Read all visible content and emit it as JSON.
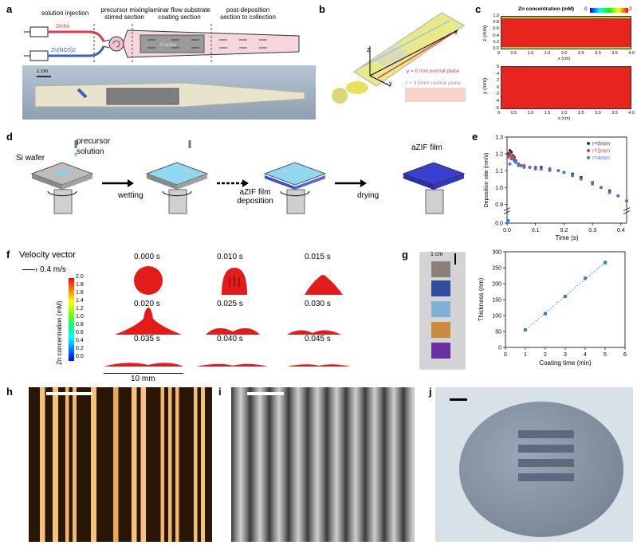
{
  "panel_labels": [
    "a",
    "b",
    "c",
    "d",
    "e",
    "f",
    "g",
    "h",
    "i",
    "j"
  ],
  "panel_a": {
    "solution_injection": "solution injection",
    "precursor_mixing": "precursor mixing",
    "stirred_section": "stirred section",
    "laminar_flow": "laminar flow substrate",
    "coating_section": "coating section",
    "post_deposition": "post-deposition",
    "section_to_collection": "section to collection",
    "inlet_top": "2mIm",
    "inlet_bottom": "Zn(NO3)2",
    "substrate_label": "Si wafer",
    "scale_bar": "1 cm",
    "colors": {
      "inlet_top": "#e0394d",
      "inlet_bottom": "#3a63b0"
    }
  },
  "panel_b": {
    "axis_x": "x",
    "axis_y": "y",
    "axis_z": "z",
    "plane_1": "y = 0 mm normal plane",
    "plane_2": "z = 0.5mm normal plane"
  },
  "panel_c": {
    "title": "Zn concentration (mM)",
    "colorbar_min": "0",
    "colorbar_max": "2",
    "top_ylabel": "z (mm)",
    "top_yticks": [
      "1.0",
      "0.8",
      "0.6",
      "0.4",
      "0.2",
      "0.0"
    ],
    "bottom_ylabel": "y (mm)",
    "bottom_yticks": [
      "6",
      "4",
      "2",
      "0",
      "-2",
      "-4",
      "-6"
    ],
    "xticks": [
      "0",
      "0.5",
      "1.0",
      "1.5",
      "2.0",
      "2.5",
      "3.0",
      "3.5",
      "4.0"
    ],
    "xlabel": "x (cm)"
  },
  "panel_d": {
    "precursor": "precursor",
    "solution": "solution",
    "si_wafer": "Si wafer",
    "wetting": "wetting",
    "deposition_1": "aZIF film",
    "deposition_2": "deposition",
    "drying": "drying",
    "film": "aZIF film"
  },
  "panel_f": {
    "velocity_vector": "Velocity vector",
    "velocity_scale": "0.4 m/s",
    "colorbar_label": "Zn concentration (mM)",
    "colorbar_ticks": [
      "2.0",
      "1.8",
      "1.6",
      "1.4",
      "1.2",
      "1.0",
      "0.8",
      "0.6",
      "0.4",
      "0.2",
      "0.0"
    ],
    "times": [
      "0.000 s",
      "0.010 s",
      "0.015 s",
      "0.020 s",
      "0.025 s",
      "0.030 s",
      "0.035 s",
      "0.040 s",
      "0.045 s"
    ],
    "scale": "10 mm"
  },
  "panel_g_photo": {
    "scale": "1 cm",
    "chip_colors": [
      "#8a8079",
      "#2f4f9e",
      "#7fb0d8",
      "#c98b3e",
      "#6a2fa0"
    ]
  },
  "panel_h": {
    "label": "h"
  },
  "panel_i": {
    "label": "i"
  },
  "panel_j": {
    "label": "j"
  },
  "chart_data": [
    {
      "type": "scatter",
      "panel": "e",
      "xlabel": "Time (s)",
      "ylabel": "Deposition rate (nm/s)",
      "xlim": [
        0,
        0.42
      ],
      "ylim": [
        0,
        1.3
      ],
      "y_axis_break": true,
      "xticks": [
        "0.0",
        "0.1",
        "0.2",
        "0.3",
        "0.4"
      ],
      "yticks": [
        "0.0",
        "0.9",
        "1.0",
        "1.1",
        "1.2",
        "1.3"
      ],
      "legend_position": "top-right",
      "series": [
        {
          "name": "r=0mm",
          "color": "#333333",
          "x": [
            0.005,
            0.01,
            0.015,
            0.02,
            0.025,
            0.03,
            0.04,
            0.05,
            0.06,
            0.08,
            0.1,
            0.12,
            0.15,
            0.18,
            0.2,
            0.23,
            0.26,
            0.3,
            0.33,
            0.36,
            0.39,
            0.42
          ],
          "y": [
            1.2,
            1.22,
            1.21,
            1.19,
            1.18,
            1.16,
            1.14,
            1.13,
            1.13,
            1.12,
            1.12,
            1.12,
            1.11,
            1.1,
            1.09,
            1.08,
            1.06,
            1.03,
            1.0,
            0.98,
            0.95,
            0.92
          ]
        },
        {
          "name": "r=2mm",
          "color": "#e0394d",
          "x": [
            0.005,
            0.01,
            0.015,
            0.02,
            0.025,
            0.03,
            0.04,
            0.05,
            0.06,
            0.08,
            0.1,
            0.12,
            0.15,
            0.18,
            0.2,
            0.23,
            0.26,
            0.3,
            0.33,
            0.36,
            0.39,
            0.42
          ],
          "y": [
            1.18,
            1.19,
            1.19,
            1.18,
            1.17,
            1.15,
            1.14,
            1.13,
            1.13,
            1.12,
            1.12,
            1.11,
            1.11,
            1.1,
            1.09,
            1.07,
            1.05,
            1.03,
            1.0,
            0.97,
            0.95,
            0.92
          ]
        },
        {
          "name": "r=4mm",
          "color": "#3a7bd5",
          "x": [
            0.0,
            0.005,
            0.01,
            0.015,
            0.02,
            0.025,
            0.03,
            0.04,
            0.05,
            0.06,
            0.08,
            0.1,
            0.12,
            0.15,
            0.18,
            0.2,
            0.23,
            0.26,
            0.3,
            0.33,
            0.36,
            0.39,
            0.42
          ],
          "y": [
            0.0,
            0.03,
            1.14,
            1.17,
            1.17,
            1.16,
            1.15,
            1.13,
            1.13,
            1.12,
            1.12,
            1.11,
            1.11,
            1.1,
            1.1,
            1.09,
            1.07,
            1.05,
            1.02,
            1.0,
            0.97,
            0.95,
            0.92
          ]
        }
      ]
    },
    {
      "type": "scatter",
      "panel": "g",
      "xlabel": "Coating time (min)",
      "ylabel": "Thickness (nm)",
      "xlim": [
        0,
        6
      ],
      "ylim": [
        0,
        300
      ],
      "xticks": [
        "0",
        "1",
        "2",
        "3",
        "4",
        "5",
        "6"
      ],
      "yticks": [
        "0",
        "50",
        "100",
        "150",
        "200",
        "250",
        "300"
      ],
      "fit_line": true,
      "series": [
        {
          "name": "",
          "color": "#3a7bd5",
          "x": [
            1,
            2,
            3,
            4,
            5
          ],
          "y": [
            55,
            106,
            160,
            217,
            266
          ],
          "error": [
            3,
            4,
            5,
            6,
            7
          ]
        }
      ]
    }
  ]
}
